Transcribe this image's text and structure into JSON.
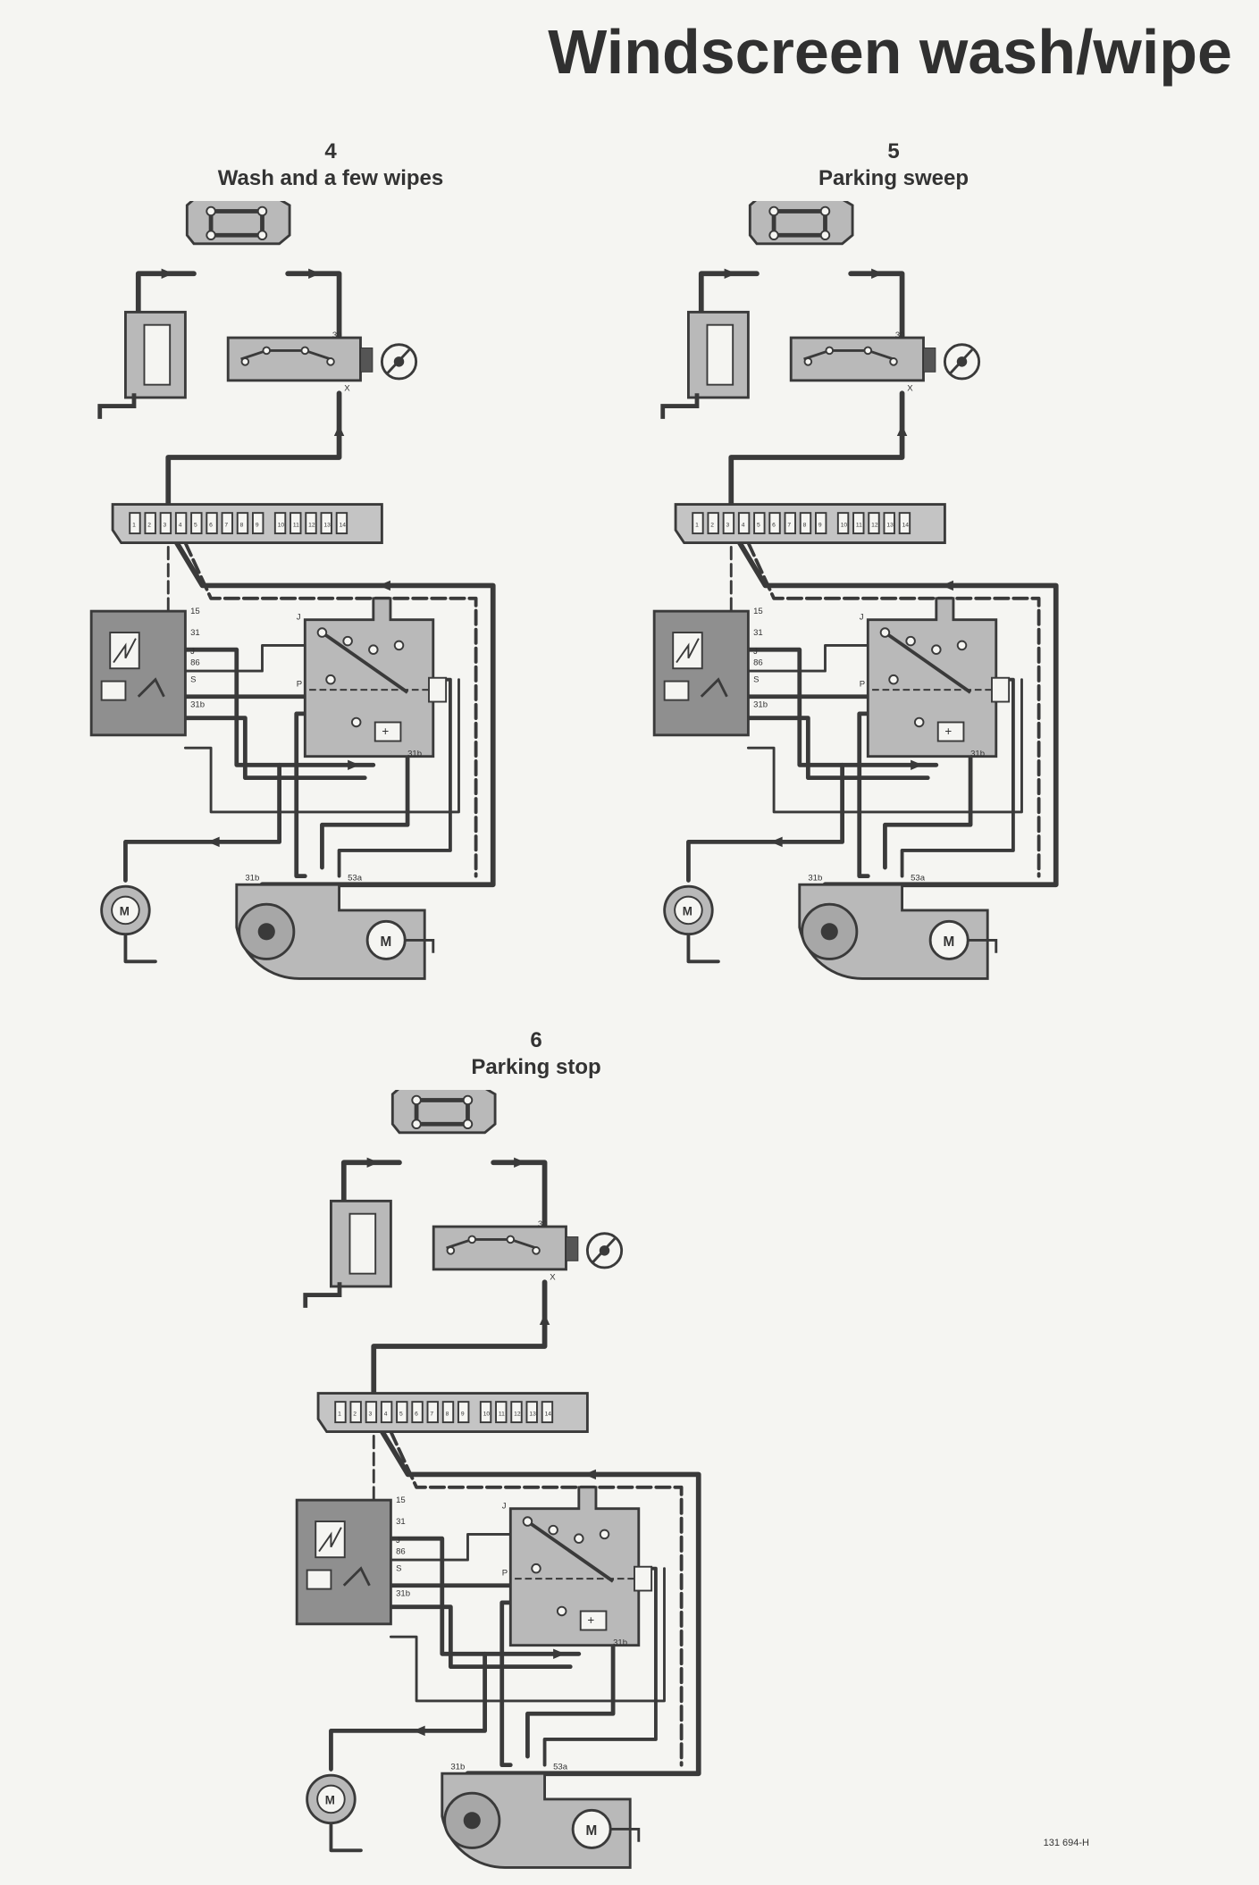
{
  "title": "Windscreen wash/wipe",
  "reference": "131 694-H",
  "diagrams": [
    {
      "number": "4",
      "caption": "Wash and a few wipes"
    },
    {
      "number": "5",
      "caption": "Parking sweep"
    },
    {
      "number": "6",
      "caption": "Parking stop"
    }
  ],
  "labels": {
    "ignition": "30",
    "switch_x": "X",
    "relay_15": "15",
    "relay_31": "31",
    "relay_j": "J",
    "relay_86": "86",
    "relay_s": "S",
    "relay_31b": "31b",
    "sw_j": "J",
    "sw_p": "P",
    "sw_plus": "+",
    "sw_31b": "31b",
    "motor_31b": "31b",
    "motor_53a": "53a",
    "motor_m": "M",
    "pump_m": "M",
    "fuses_a": [
      "1",
      "2",
      "3",
      "4",
      "5",
      "6",
      "7",
      "8",
      "9"
    ],
    "fuses_b": [
      "10",
      "11",
      "12",
      "13",
      "14"
    ]
  },
  "colors": {
    "ink": "#3a3a3a",
    "fill": "#b9b9b9",
    "fill_dark": "#8f8f8f",
    "paper": "#f5f5f2"
  }
}
